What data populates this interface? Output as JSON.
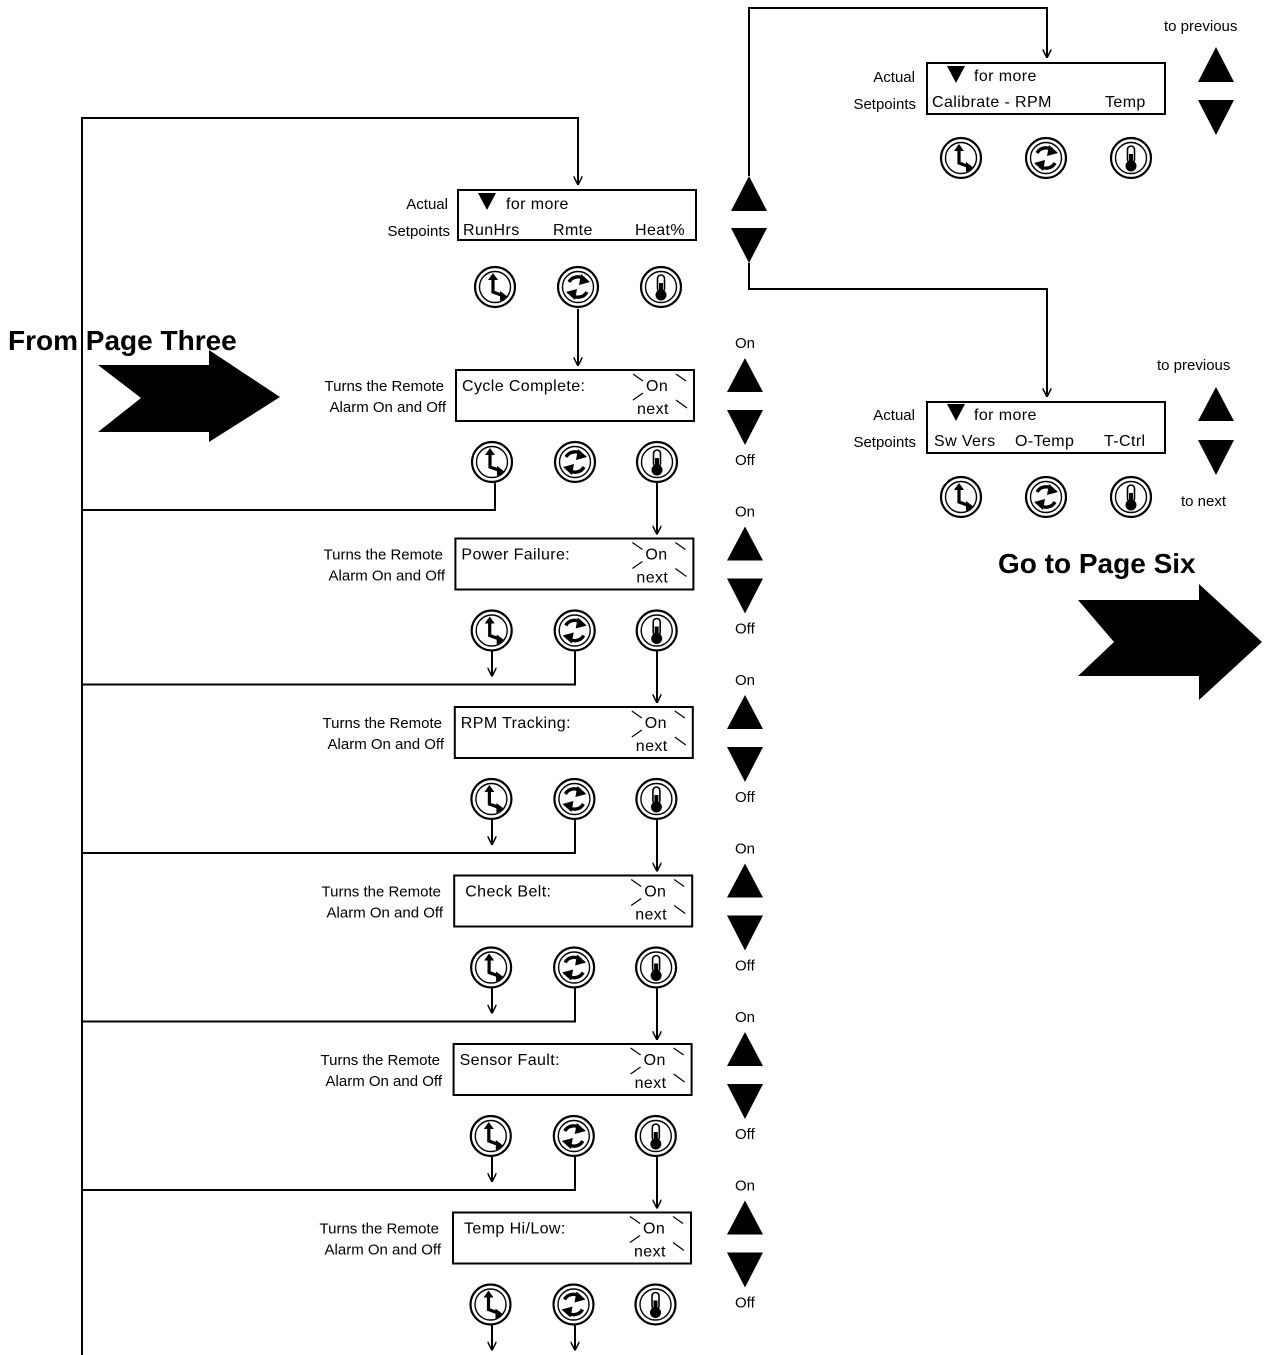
{
  "from_label": "From Page Three",
  "go_label": "Go to Page Six",
  "lcd_label_actual": "Actual",
  "lcd_label_setpoints": "Setpoints",
  "more_text": "for more",
  "main_screen": {
    "fields": [
      "RunHrs",
      "Rmte",
      "Heat%"
    ]
  },
  "top_screen": {
    "fields": [
      "Calibrate - RPM",
      "Temp"
    ],
    "hint_up": "to previous"
  },
  "right_screen": {
    "fields": [
      "Sw Vers",
      "O-Temp",
      "T-Ctrl"
    ],
    "hint_up": "to previous",
    "hint_down": "to next"
  },
  "alarm_description": [
    "Turns the Remote",
    "Alarm On and Off"
  ],
  "alarms": [
    {
      "label": "Cycle Complete:",
      "value": "On",
      "next": "next",
      "up": "On",
      "down": "Off"
    },
    {
      "label": "Power Failure:",
      "value": "On",
      "next": "next",
      "up": "On",
      "down": "Off"
    },
    {
      "label": "RPM Tracking:",
      "value": "On",
      "next": "next",
      "up": "On",
      "down": "Off"
    },
    {
      "label": "Check Belt:",
      "value": "On",
      "next": "next",
      "up": "On",
      "down": "Off"
    },
    {
      "label": "Sensor Fault:",
      "value": "On",
      "next": "next",
      "up": "On",
      "down": "Off"
    },
    {
      "label": "Temp Hi/Low:",
      "value": "On",
      "next": "next",
      "up": "On",
      "down": "Off"
    }
  ],
  "icons": {
    "clock": "clock-icon",
    "cycle": "cycle-icon",
    "thermometer": "thermometer-icon",
    "arrow_up": "triangle-up-icon",
    "arrow_down": "triangle-down-icon",
    "big_arrow": "big-arrow-icon"
  }
}
